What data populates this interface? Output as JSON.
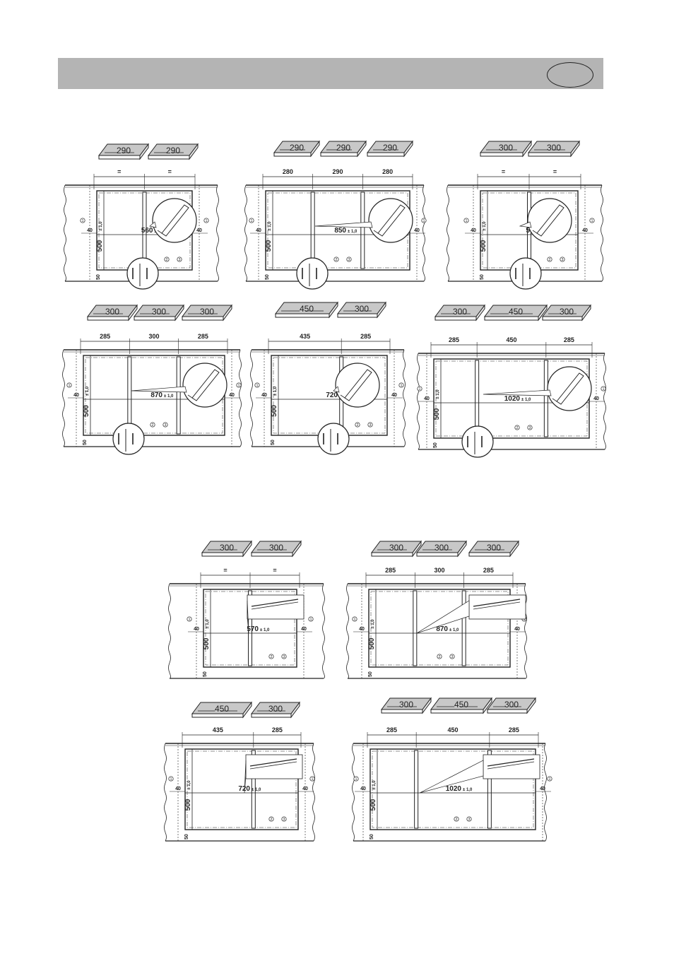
{
  "header": {
    "title": "",
    "badge": ""
  },
  "colors": {
    "header_bar": "#b4b4b4",
    "line": "#222222",
    "module_fill": "#bdbdbd"
  },
  "common": {
    "depth": "500",
    "depth_tol": "± 1,0",
    "offset_bottom": "50",
    "offset_side": "40",
    "marker_1": "1",
    "marker_2": "2",
    "marker_3": "3"
  },
  "diagrams": [
    {
      "id": "d1",
      "modules": [
        "290",
        "290"
      ],
      "dims": [
        "=",
        "="
      ],
      "width": "560",
      "tol": "± 1,0"
    },
    {
      "id": "d2",
      "modules": [
        "290",
        "290",
        "290"
      ],
      "dims": [
        "280",
        "290",
        "280"
      ],
      "width": "850",
      "tol": "± 1,0"
    },
    {
      "id": "d3",
      "modules": [
        "300",
        "300"
      ],
      "dims": [
        "=",
        "="
      ],
      "width": "570",
      "tol": "± 1,0"
    },
    {
      "id": "d4",
      "modules": [
        "300",
        "300",
        "300"
      ],
      "dims": [
        "285",
        "300",
        "285"
      ],
      "width": "870",
      "tol": "± 1,0"
    },
    {
      "id": "d5",
      "modules": [
        "450",
        "300"
      ],
      "dims": [
        "435",
        "285"
      ],
      "width": "720",
      "tol": "± 1,0"
    },
    {
      "id": "d6",
      "modules": [
        "300",
        "450",
        "300"
      ],
      "dims": [
        "285",
        "450",
        "285"
      ],
      "width": "1020",
      "tol": "± 1,0"
    },
    {
      "id": "d7",
      "modules": [
        "300",
        "300"
      ],
      "dims": [
        "=",
        "="
      ],
      "width": "570",
      "tol": "± 1,0"
    },
    {
      "id": "d8",
      "modules": [
        "300",
        "300",
        "300"
      ],
      "dims": [
        "285",
        "300",
        "285"
      ],
      "width": "870",
      "tol": "± 1,0"
    },
    {
      "id": "d9",
      "modules": [
        "450",
        "300"
      ],
      "dims": [
        "435",
        "285"
      ],
      "width": "720",
      "tol": "± 1,0"
    },
    {
      "id": "d10",
      "modules": [
        "300",
        "450",
        "300"
      ],
      "dims": [
        "285",
        "450",
        "285"
      ],
      "width": "1020",
      "tol": "± 1,0"
    }
  ]
}
